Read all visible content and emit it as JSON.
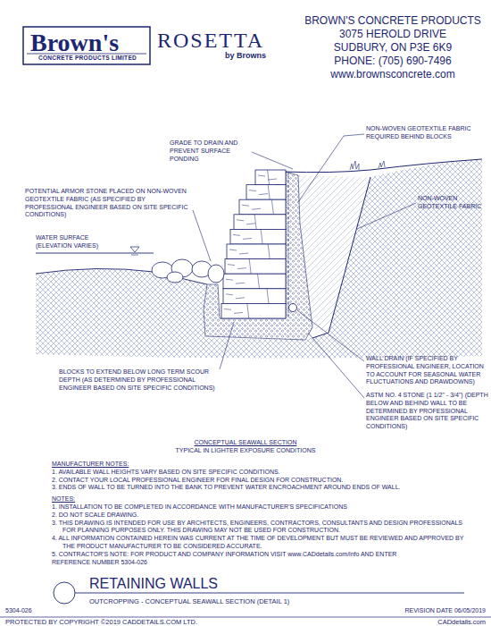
{
  "diagram": {
    "title": "RETAINING WALLS",
    "labels": [
      "Brown's",
      "CONCRETE PRODUCTS LIMITED",
      "ROSETTA",
      "by Browns",
      "BROWN'S CONCRETE PRODUCTS",
      "3075 HEROLD DRIVE",
      "SUDBURY, ON P3E 6K9",
      "PHONE: (705) 690-7496",
      "www.brownsconcrete.com",
      "GRADE TO DRAIN AND PREVENT SURFACE PONDING",
      "NON-WOVEN GEOTEXTILE FABRIC REQUIRED BEHIND BLOCKS",
      "POTENTIAL ARMOR STONE PLACED ON NON-WOVEN GEOTEXTILE FABRIC (AS SPECIFIED BY PROFESSIONAL ENGINEER BASED ON SITE SPECIFIC CONDITIONS)",
      "NON-WOVEN GEOTEXTILE FABRIC",
      "WATER SURFACE (ELEVATION VARIES)",
      "BLOCKS TO EXTEND BELOW LONG TERM SCOUR DEPTH (AS DETERMINED BY PROFESSIONAL ENGINEER BASED ON SITE SPECIFIC CONDITIONS)",
      "WALL DRAIN (IF SPECIFIED BY PROFESSIONAL ENGINEER, LOCATION TO ACCOUNT FOR SEASONAL WATER FLUCTUATIONS AND DRAWDOWNS)",
      "ASTM NO. 4 STONE (1 1/2\" - 3/4\") (DEPTH BELOW AND BEHIND WALL TO BE DETERMINED BY PROFESSIONAL ENGINEER BASED ON SITE SPECIFIC CONDITIONS)",
      "CONCEPTUAL SEAWALL SECTION",
      "TYPICAL IN LIGHTER EXPOSURE CONDITIONS",
      "MANUFACTURER NOTES:",
      "1. AVAILABLE WALL HEIGHTS VARY BASED ON SITE SPECIFIC CONDITIONS.",
      "2. CONTACT YOUR LOCAL PROFESSIONAL ENGINEER FOR FINAL DESIGN FOR CONSTRUCTION.",
      "3. ENDS OF WALL TO BE TURNED INTO THE BANK TO PREVENT WATER ENCROACHMENT AROUND ENDS OF WALL.",
      "NOTES:",
      "1. INSTALLATION TO BE COMPLETED IN ACCORDANCE WITH MANUFACTURER'S SPECIFICATIONS",
      "2. DO NOT SCALE DRAWING.",
      "3. THIS DRAWING IS INTENDED FOR USE BY ARCHITECTS, ENGINEERS, CONTRACTORS, CONSULTANTS AND DESIGN PROFESSIONALS FOR PLANNING PURPOSES ONLY. THIS DRAWING MAY NOT BE USED FOR CONSTRUCTION.",
      "4. ALL INFORMATION CONTAINED HEREIN WAS CURRENT AT THE TIME OF DEVELOPMENT BUT MUST BE REVIEWED AND APPROVED BY THE PRODUCT MANUFACTURER TO BE CONSIDERED ACCURATE.",
      "5. CONTRACTOR'S NOTE: FOR PRODUCT AND COMPANY INFORMATION VISIT www.CADdetails.com/info AND ENTER",
      "REFERENCE NUMBER 5304-026",
      "OUTCROPPING - CONCEPTUAL SEAWALL SECTION (DETAIL 1)",
      "5304-026",
      "REVISION DATE 06/05/2019",
      "PROTECTED BY COPYRIGHT ©2019 CADDETAILS.COM LTD.",
      "CADdetails.com"
    ]
  }
}
